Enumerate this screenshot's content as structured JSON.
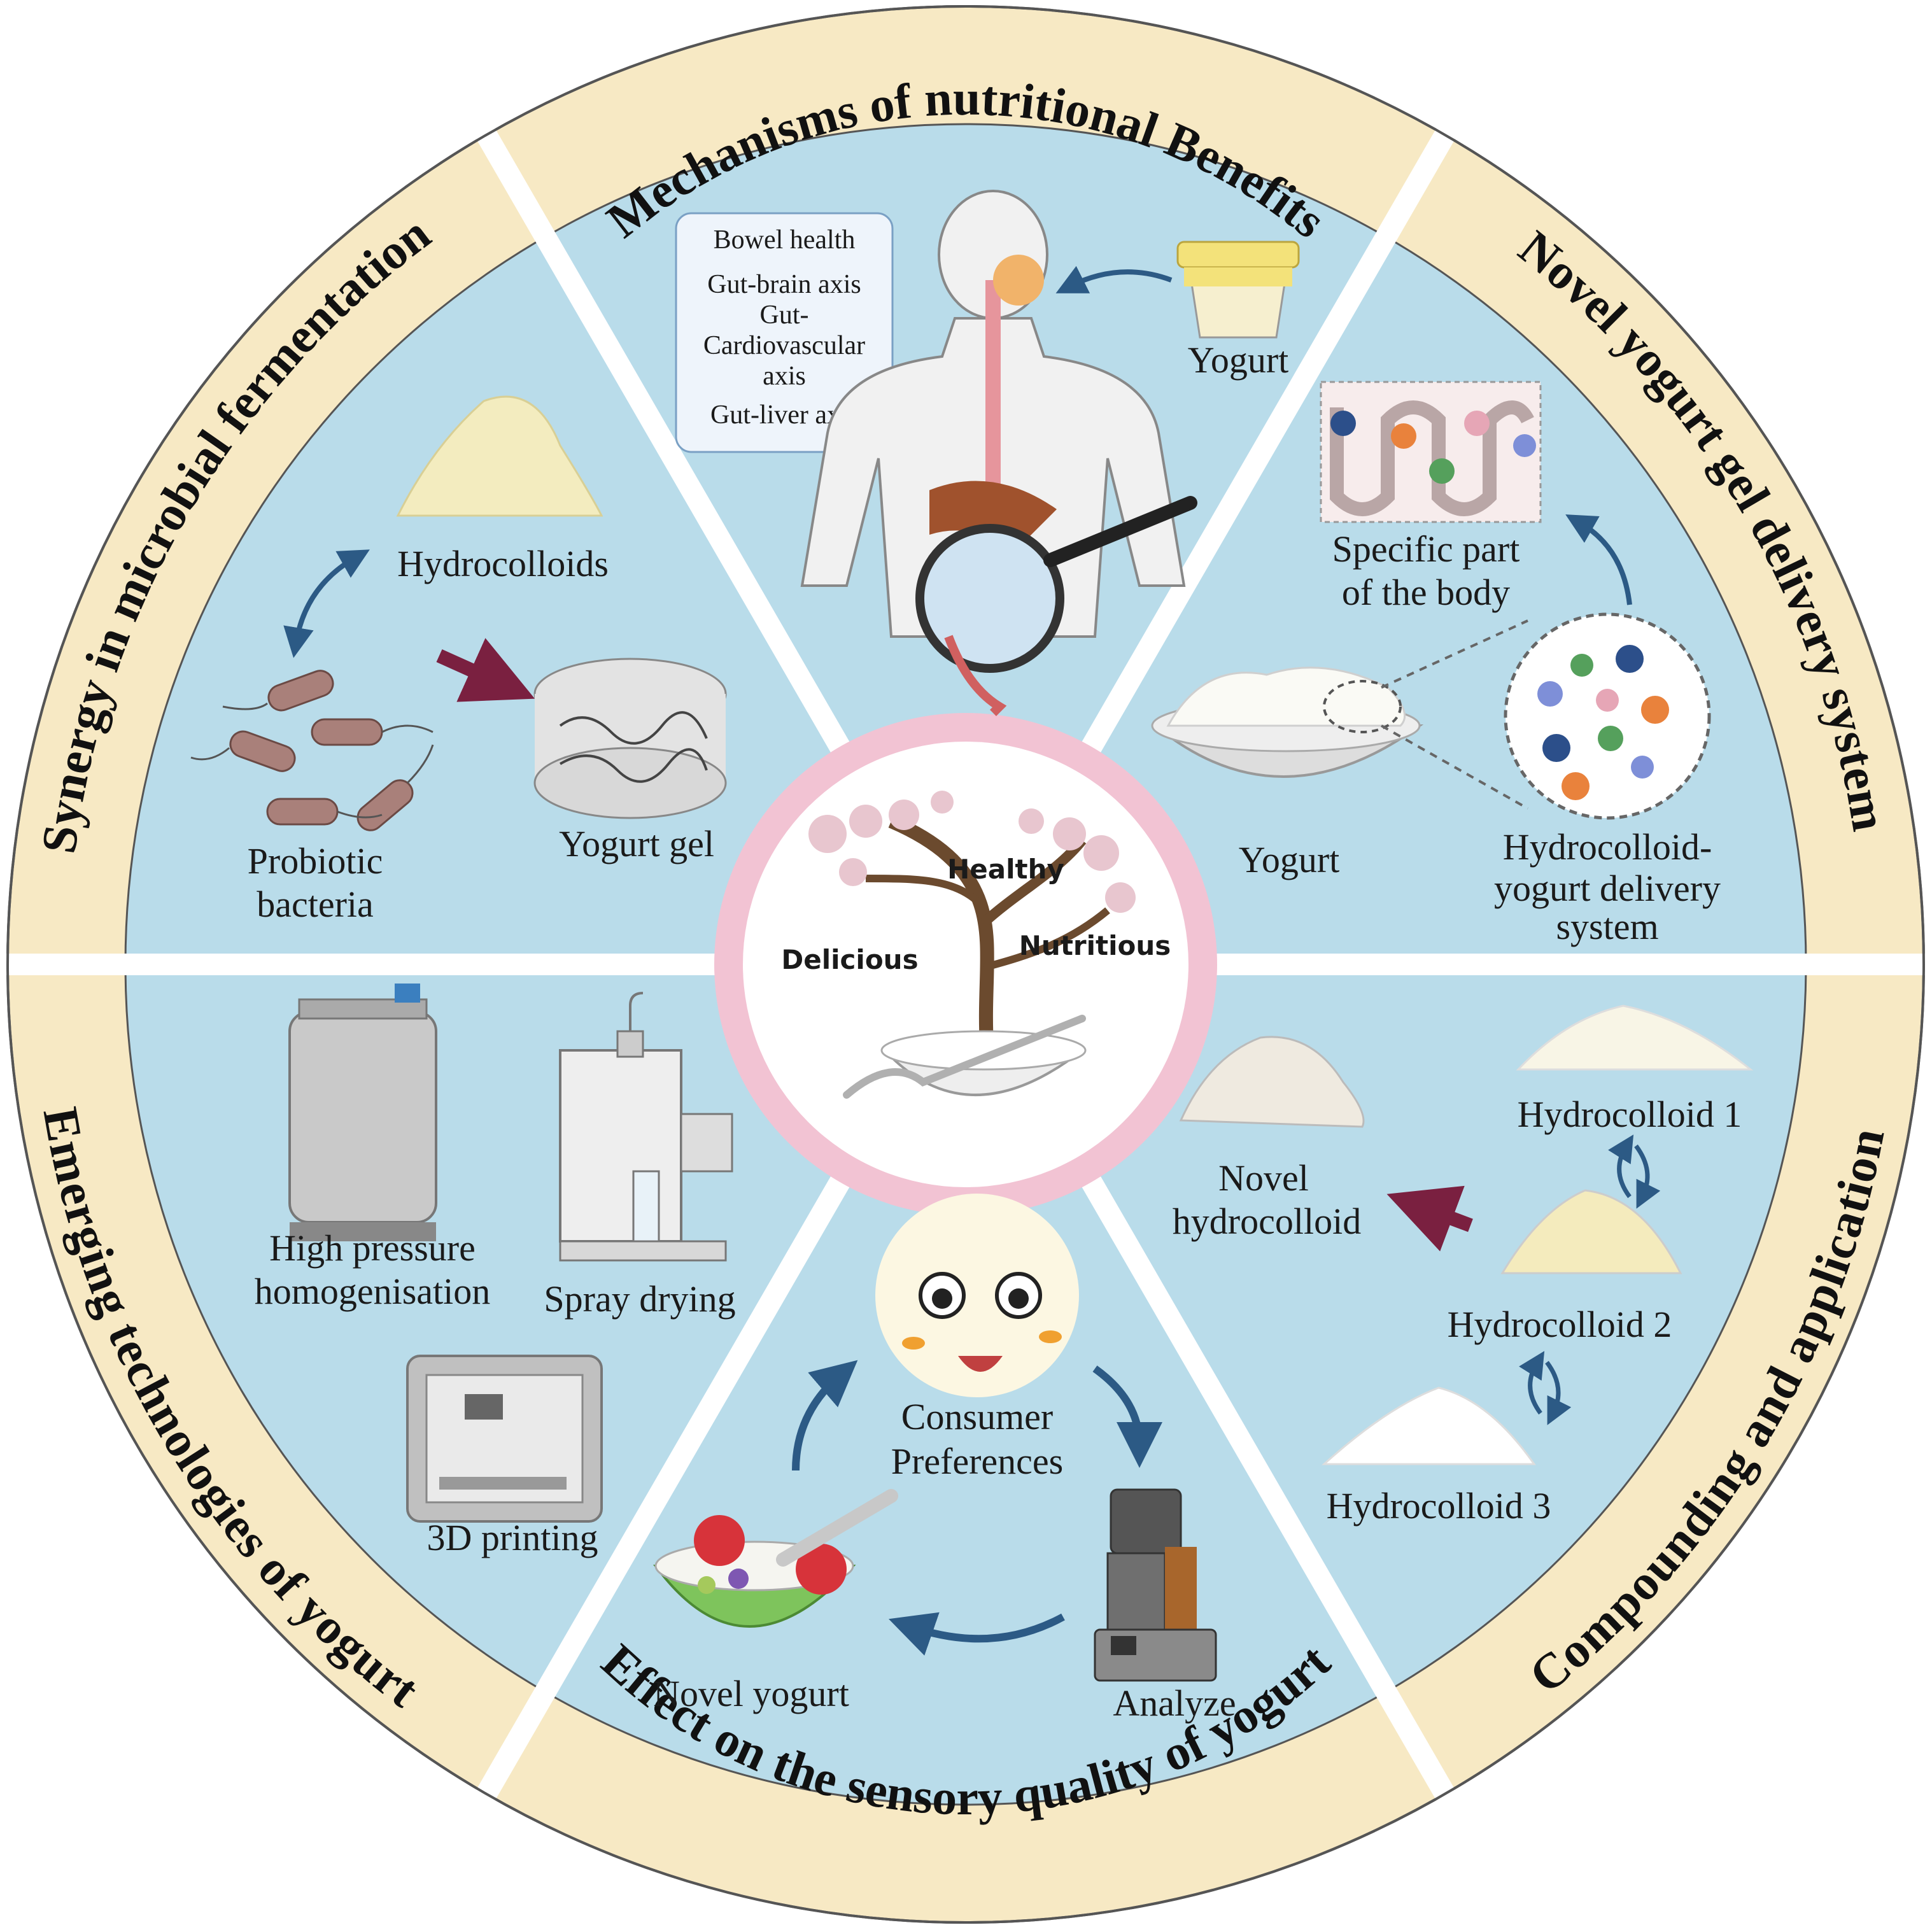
{
  "colors": {
    "ring": "#f7e9c4",
    "sector": "#b9dcea",
    "divider": "#ffffff",
    "center_ring": "#f2c3d3",
    "arrow_blue": "#2c5a85",
    "arrow_maroon": "#7a2040",
    "outline": "#333333"
  },
  "sections": {
    "mechanisms": {
      "title": "Mechanisms of nutritional Benefits",
      "box": [
        "Bowel health",
        "Gut-brain axis",
        "Gut-",
        "Cardiovascular",
        "axis",
        "Gut-liver axis"
      ],
      "yogurt": "Yogurt",
      "icons": [
        "human-body-icon",
        "yogurt-cup-icon",
        "magnifier-icon"
      ]
    },
    "delivery": {
      "title": "Novel yogurt gel delivery system",
      "target_label_1": "Specific part",
      "target_label_2": "of the body",
      "yogurt": "Yogurt",
      "system_label_1": "Hydrocolloid-",
      "system_label_2": "yogurt delivery",
      "system_label_3": "system",
      "icons": [
        "intestine-villi-icon",
        "yogurt-bowl-icon",
        "particle-capsule-icon"
      ]
    },
    "compounding": {
      "title": "Compounding and application",
      "hc1": "Hydrocolloid 1",
      "hc2": "Hydrocolloid 2",
      "hc3": "Hydrocolloid 3",
      "novel_1": "Novel",
      "novel_2": "hydrocolloid",
      "icons": [
        "powder-pile-icon",
        "exchange-arrows-icon"
      ]
    },
    "sensory": {
      "title": "Effect on the sensory quality of yogurt",
      "consumer_1": "Consumer",
      "consumer_2": "Preferences",
      "analyze": "Analyze",
      "novel_yogurt": "Novel yogurt",
      "icons": [
        "smiley-face-icon",
        "rheometer-icon",
        "fruit-yogurt-bowl-icon"
      ]
    },
    "technologies": {
      "title": "Emerging technologies of yogurt",
      "hph_1": "High pressure",
      "hph_2": "homogenisation",
      "spray": "Spray drying",
      "print3d": "3D printing",
      "icons": [
        "homogenizer-tank-icon",
        "spray-dryer-icon",
        "3d-printer-icon"
      ]
    },
    "synergy": {
      "title": "Synergy in microbial fermentation",
      "hydrocolloids": "Hydrocolloids",
      "yogurt_gel": "Yogurt gel",
      "probiotic_1": "Probiotic",
      "probiotic_2": "bacteria",
      "icons": [
        "powder-pile-icon",
        "bacteria-icon",
        "gel-network-icon"
      ]
    }
  },
  "center": {
    "healthy": "Healthy",
    "delicious": "Delicious",
    "nutritious": "Nutritious",
    "icons": [
      "tree-icon",
      "yogurt-bowl-icon"
    ]
  }
}
